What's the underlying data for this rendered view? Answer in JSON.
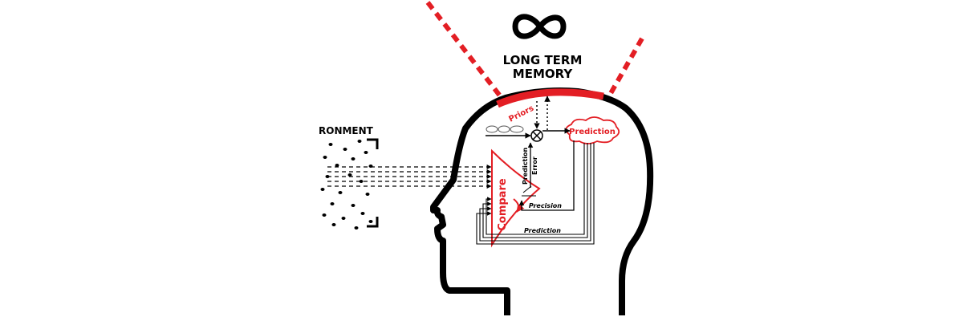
{
  "memory": {
    "symbol": "∞",
    "line1": "LONG TERM",
    "line2": "MEMORY"
  },
  "environment": {
    "label": "RONMENT"
  },
  "labels": {
    "priors": "Priors",
    "prediction_cloud": "Prediction",
    "prediction_error_line1": "Prediction",
    "prediction_error_line2": "Error",
    "compare": "Compare",
    "precision": "Precision",
    "prediction_bottom": "Prediction"
  },
  "colors": {
    "accent": "#e31e24",
    "ink": "#000000",
    "background": "#ffffff"
  },
  "icons": {
    "memory": "infinity-icon",
    "multiplier": "circle-x-icon",
    "cloud": "thought-cloud-icon"
  }
}
